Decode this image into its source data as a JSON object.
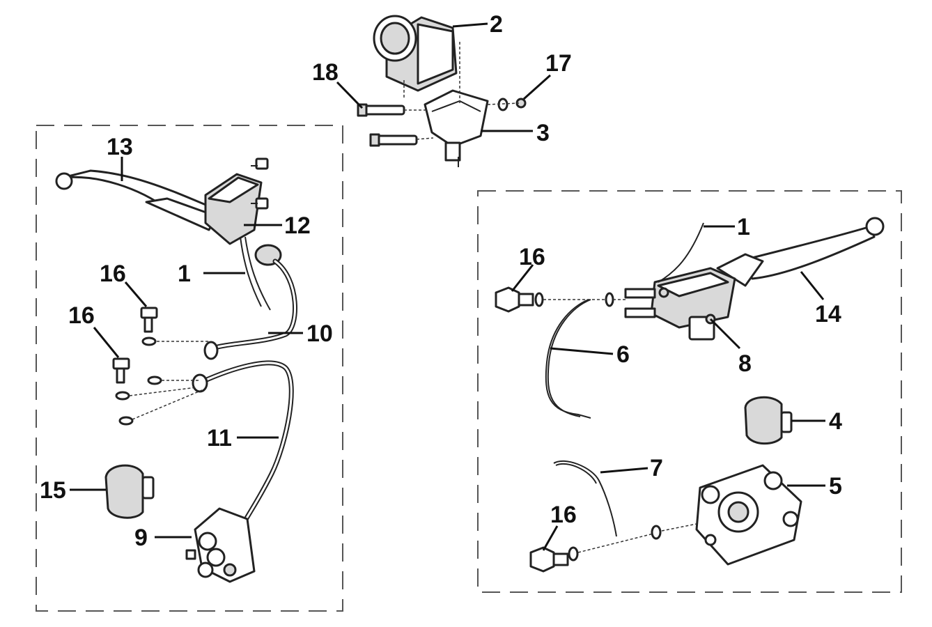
{
  "callouts": {
    "c2": "2",
    "c17": "17",
    "c18": "18",
    "c3": "3",
    "c13": "13",
    "c12": "12",
    "c1_left": "1",
    "c16_a": "16",
    "c16_b": "16",
    "c10": "10",
    "c11": "11",
    "c15": "15",
    "c9": "9",
    "c1_right": "1",
    "c16_c": "16",
    "c14": "14",
    "c6": "6",
    "c8": "8",
    "c4": "4",
    "c7": "7",
    "c5": "5",
    "c16_d": "16"
  }
}
